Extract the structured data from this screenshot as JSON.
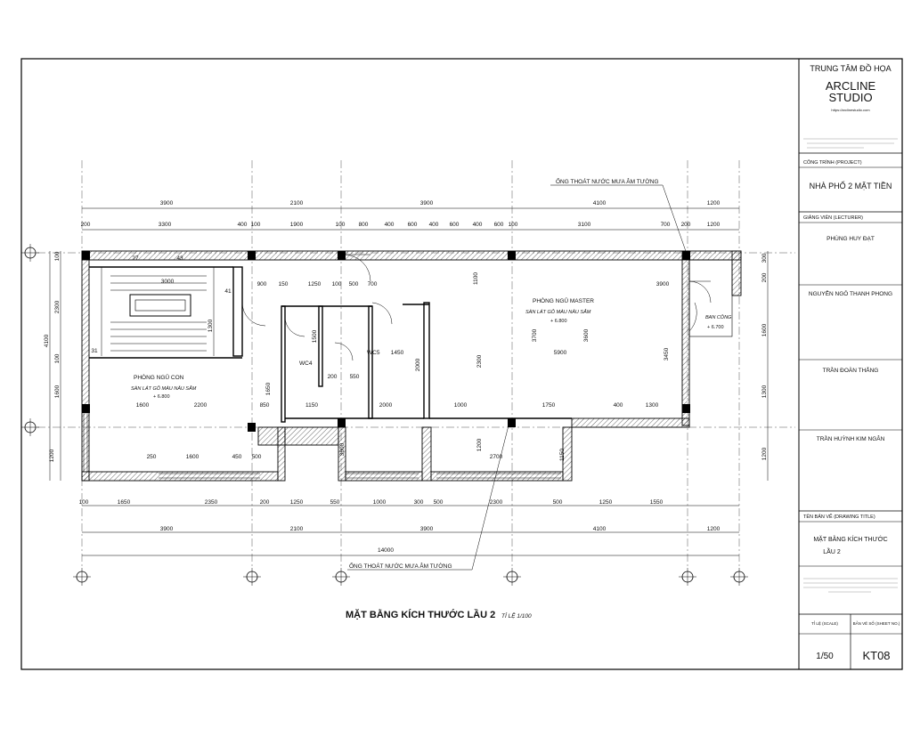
{
  "title_block": {
    "center_name": "TRUNG TÂM ĐỒ HỌA",
    "studio_line1": "ARCLINE",
    "studio_line2": "STUDIO",
    "website": "https://arclinestudio.com",
    "project_label": "CÔNG TRÌNH (PROJECT)",
    "project_name": "NHÀ PHỐ 2 MẶT TIỀN",
    "lecturer_label": "GIẢNG VIÊN (LECTURER)",
    "lecturer_name": "PHÙNG HUY ĐẠT",
    "student_1": "NGUYỄN NGÔ THANH PHONG",
    "student_2": "TRẦN ĐOÀN THẮNG",
    "student_3": "TRẦN HUỲNH KIM NGÂN",
    "drawing_label": "TÊN BẢN VẼ (DRAWING TITLE)",
    "drawing_name_1": "MẶT BẰNG KÍCH THƯỚC",
    "drawing_name_2": "LẦU 2",
    "scale_label": "TỈ LỆ (SCALE)",
    "sheet_label": "BẢN VẼ SỐ (SHEET NO.)",
    "scale_value": "1/50",
    "sheet_no": "KT08"
  },
  "plan": {
    "title": "MẶT BẰNG KÍCH THƯỚC LẦU 2",
    "scale_note": "TỈ LỆ 1/100",
    "drain_note": "ỐNG THOÁT NƯỚC MƯA ÂM TƯỜNG",
    "rooms": {
      "bedroom_child": "PHÒNG NGỦ CON",
      "bedroom_child_floor": "SÀN LÁT GỖ MÀU NÂU SẪM",
      "bedroom_child_level": "+ 6.800",
      "bedroom_master": "PHÒNG NGỦ MASTER",
      "bedroom_master_floor": "SÀN LÁT GỖ MÀU NÂU SẪM",
      "bedroom_master_level": "+ 6.800",
      "wc4": "WC4",
      "wc5": "WC5",
      "balcony": "BAN CÔNG",
      "balcony_level": "+ 6.700"
    },
    "dims": {
      "top_1": [
        "3900",
        "2100",
        "3900",
        "4100",
        "1200"
      ],
      "top_2": [
        "200",
        "3300",
        "400",
        "100",
        "1900",
        "100",
        "800",
        "400",
        "600",
        "400",
        "600",
        "400",
        "600",
        "100",
        "3100",
        "700",
        "200",
        "1200"
      ],
      "bottom_1": [
        "100",
        "1650",
        "2350",
        "200",
        "1250",
        "550",
        "1000",
        "300",
        "500",
        "2300",
        "500",
        "1250",
        "1550"
      ],
      "bottom_2": [
        "3900",
        "2100",
        "3900",
        "4100",
        "1200"
      ],
      "bottom_total": "14000",
      "left": [
        "2300",
        "4100",
        "1600",
        "1200",
        "100",
        "100"
      ],
      "right": [
        "300",
        "200",
        "1600",
        "1300",
        "1200"
      ],
      "interior": [
        "900",
        "150",
        "1250",
        "100",
        "500",
        "700",
        "1100",
        "3700",
        "3600",
        "3900",
        "3450",
        "5900",
        "1450",
        "2000",
        "2300",
        "1200",
        "1750",
        "400",
        "1300",
        "850",
        "1150",
        "2000",
        "1000",
        "1600",
        "2200",
        "450",
        "500",
        "250",
        "1600",
        "2700",
        "1150",
        "550",
        "200",
        "1500",
        "1300",
        "1650",
        "3600",
        "3000",
        "27",
        "43",
        "41",
        "31"
      ]
    }
  }
}
